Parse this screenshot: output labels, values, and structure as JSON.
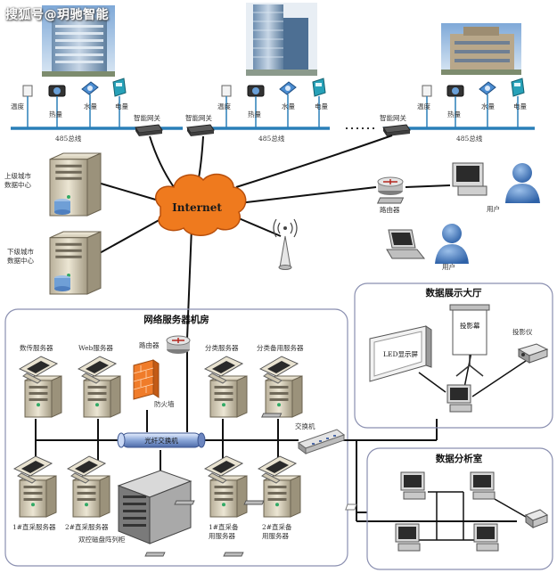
{
  "watermark": "搜狐号@玥驰智能",
  "campus": {
    "sensors": {
      "temp": "温度",
      "heat": "热量",
      "water": "水量",
      "power": "电量"
    },
    "gateway": "智能网关",
    "bus": "485总线"
  },
  "internet": "Internet",
  "dc_upper": [
    "上级城市",
    "数据中心"
  ],
  "dc_lower": [
    "下级城市",
    "数据中心"
  ],
  "router_top": "路由器",
  "user": "用户",
  "server_room": {
    "title": "网络服务器机房",
    "data_server": "数传服务器",
    "web_server": "Web服务器",
    "router": "路由器",
    "firewall": "防火墙",
    "class_server": "分类服务器",
    "class_backup_server": "分类备用服务器",
    "fiber_switch": "光纤交换机",
    "switch": "交换机",
    "collector1": "1#直采服务器",
    "collector2": "2#直采服务器",
    "storage": "双控磁盘阵列柜",
    "backup1": [
      "1#直采备",
      "用服务器"
    ],
    "backup2": [
      "2#直采备",
      "用服务器"
    ]
  },
  "display_hall": {
    "title": "数据展示大厅",
    "screen": "投影幕",
    "projector": "投影仪",
    "led": "LED显示屏"
  },
  "analysis_room": {
    "title": "数据分析室"
  },
  "colors": {
    "bus_line": "#2a7fb8",
    "cloud": "#ef7a1e",
    "firewall": "#f07c2a",
    "room_border": "#8a8fb0",
    "user_icon": "#3b6fb8"
  }
}
